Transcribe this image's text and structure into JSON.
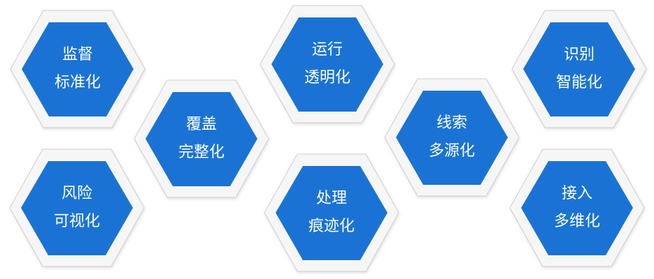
{
  "colors": {
    "outer": "#f6f6f6",
    "outer_border": "#cfcfcf",
    "inner": "#1a73d4",
    "text": "#ffffff"
  },
  "hexagons": [
    {
      "line1": "监督",
      "line2": "标准化"
    },
    {
      "line1": "风险",
      "line2": "可视化"
    },
    {
      "line1": "覆盖",
      "line2": "完整化"
    },
    {
      "line1": "运行",
      "line2": "透明化"
    },
    {
      "line1": "处理",
      "line2": "痕迹化"
    },
    {
      "line1": "线索",
      "line2": "多源化"
    },
    {
      "line1": "识别",
      "line2": "智能化"
    },
    {
      "line1": "接入",
      "line2": "多维化"
    }
  ]
}
